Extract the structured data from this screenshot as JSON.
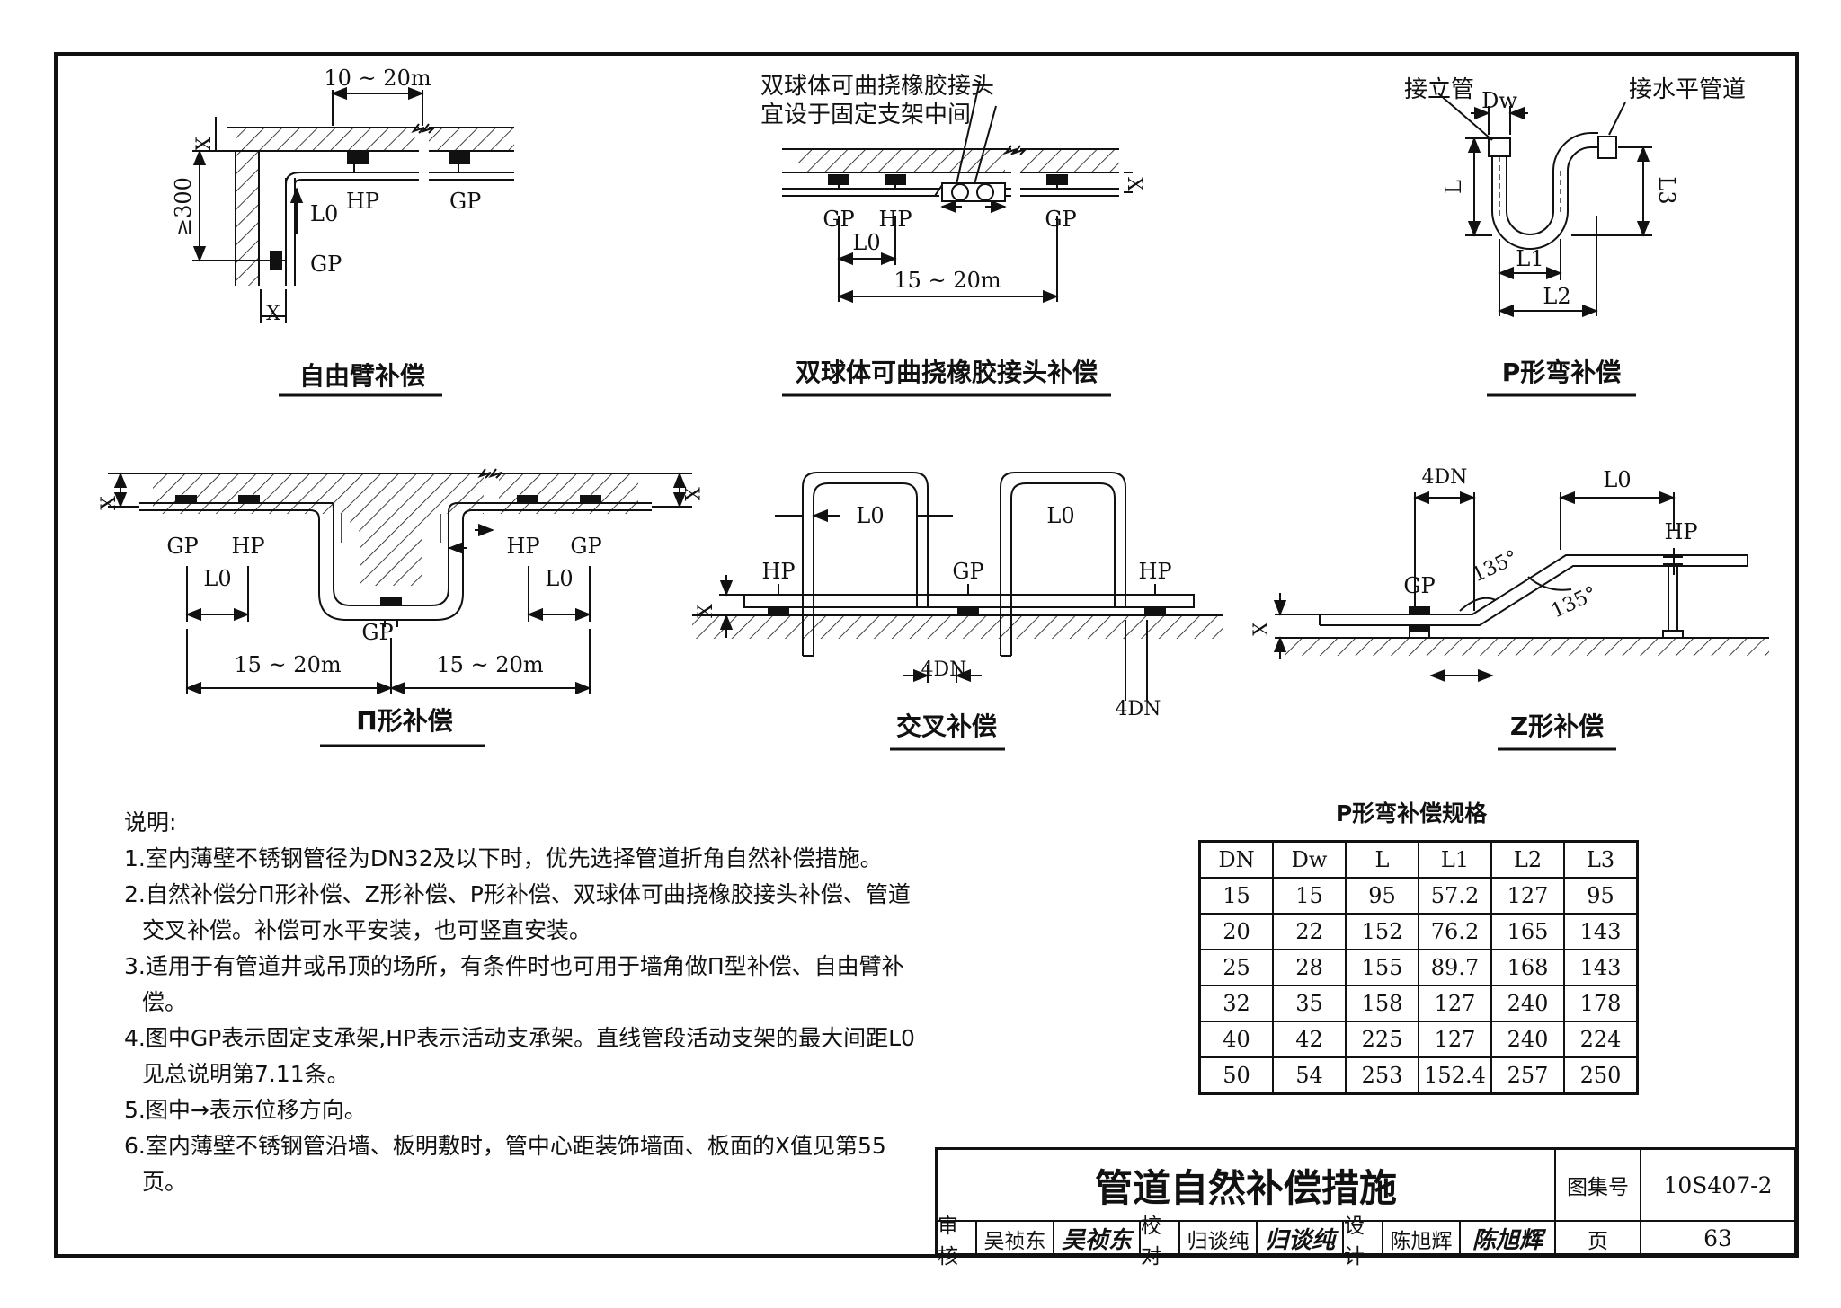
{
  "figures": {
    "free_arm": {
      "title": "自由臂补偿",
      "dims": {
        "span": "10 ~ 20m",
        "vertical": "≥300",
        "l0": "L0",
        "x": "X"
      },
      "supports": {
        "hp": "HP",
        "gp1": "GP",
        "gp2": "GP"
      }
    },
    "double_ball": {
      "title": "双球体可曲挠橡胶接头补偿",
      "note_line1": "双球体可曲挠橡胶接头",
      "note_line2": "宜设于固定支架中间",
      "dims": {
        "span": "15 ~ 20m",
        "l0": "L0",
        "x": "X"
      },
      "supports": {
        "gp1": "GP",
        "hp": "HP",
        "gp2": "GP"
      }
    },
    "p_bend": {
      "title": "P形弯补偿",
      "label_left": "接立管",
      "label_right": "接水平管道",
      "dims": {
        "dw": "Dw",
        "l": "L",
        "l1": "L1",
        "l2": "L2",
        "l3": "L3"
      }
    },
    "pi": {
      "title": "П形补偿",
      "dims": {
        "span_left": "15 ~ 20m",
        "span_right": "15 ~ 20m",
        "l0_left": "L0",
        "l0_right": "L0",
        "x_left": "X",
        "x_right": "X"
      },
      "supports": {
        "gp_l": "GP",
        "hp_l": "HP",
        "hp_r": "HP",
        "gp_r": "GP",
        "gp_mid": "GP"
      }
    },
    "cross": {
      "title": "交叉补偿",
      "dims": {
        "l0_a": "L0",
        "l0_b": "L0",
        "dn_a": "4DN",
        "dn_b": "4DN",
        "x": "X"
      },
      "supports": {
        "hp_l": "HP",
        "gp": "GP",
        "hp_r": "HP"
      }
    },
    "z": {
      "title": "Z形补偿",
      "dims": {
        "dn": "4DN",
        "l0": "L0",
        "angle1": "135°",
        "angle2": "135°",
        "x": "X"
      },
      "supports": {
        "gp": "GP",
        "hp": "HP"
      }
    }
  },
  "notes": {
    "heading": "说明:",
    "items": [
      "1.室内薄壁不锈钢管径为DN32及以下时，优先选择管道折角自然补偿措施。",
      "2.自然补偿分П形补偿、Z形补偿、P形补偿、双球体可曲挠橡胶接头补偿、管道交叉补偿。补偿可水平安装，也可竖直安装。",
      "3.适用于有管道井或吊顶的场所，有条件时也可用于墙角做П型补偿、自由臂补偿。",
      "4.图中GP表示固定支承架,HP表示活动支承架。直线管段活动支架的最大间距L0见总说明第7.11条。",
      "5.图中→表示位移方向。",
      "6.室内薄壁不锈钢管沿墙、板明敷时，管中心距装饰墙面、板面的X值见第55页。"
    ]
  },
  "spec_table": {
    "title": "P形弯补偿规格",
    "headers": [
      "DN",
      "Dw",
      "L",
      "L1",
      "L2",
      "L3"
    ],
    "rows": [
      [
        "15",
        "15",
        "95",
        "57.2",
        "127",
        "95"
      ],
      [
        "20",
        "22",
        "152",
        "76.2",
        "165",
        "143"
      ],
      [
        "25",
        "28",
        "155",
        "89.7",
        "168",
        "143"
      ],
      [
        "32",
        "35",
        "158",
        "127",
        "240",
        "178"
      ],
      [
        "40",
        "42",
        "225",
        "127",
        "240",
        "224"
      ],
      [
        "50",
        "54",
        "253",
        "152.4",
        "257",
        "250"
      ]
    ]
  },
  "title_block": {
    "drawing_title": "管道自然补偿措施",
    "atlas_label": "图集号",
    "atlas_no": "10S407-2",
    "page_label": "页",
    "page_no": "63",
    "review_label": "审核",
    "reviewer": "吴祯东",
    "reviewer_sign": "吴祯东",
    "check_label": "校对",
    "checker": "归谈纯",
    "checker_sign": "归谈纯",
    "design_label": "设计",
    "designer": "陈旭辉",
    "designer_sign": "陈旭辉"
  }
}
